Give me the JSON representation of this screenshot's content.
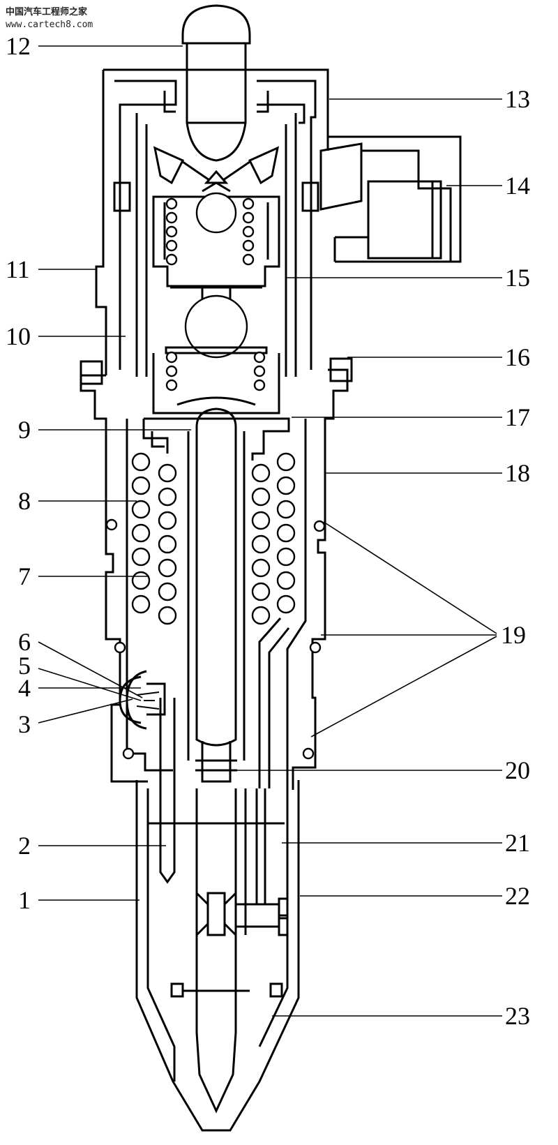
{
  "watermark": {
    "site_name": "中国汽车工程师之家",
    "url": "www.cartech8.com"
  },
  "callouts": {
    "left": [
      "12",
      "11",
      "10",
      "9",
      "8",
      "7",
      "6",
      "5",
      "4",
      "3",
      "2",
      "1"
    ],
    "right": [
      "13",
      "14",
      "15",
      "16",
      "17",
      "18",
      "19",
      "20",
      "21",
      "22",
      "23"
    ]
  }
}
